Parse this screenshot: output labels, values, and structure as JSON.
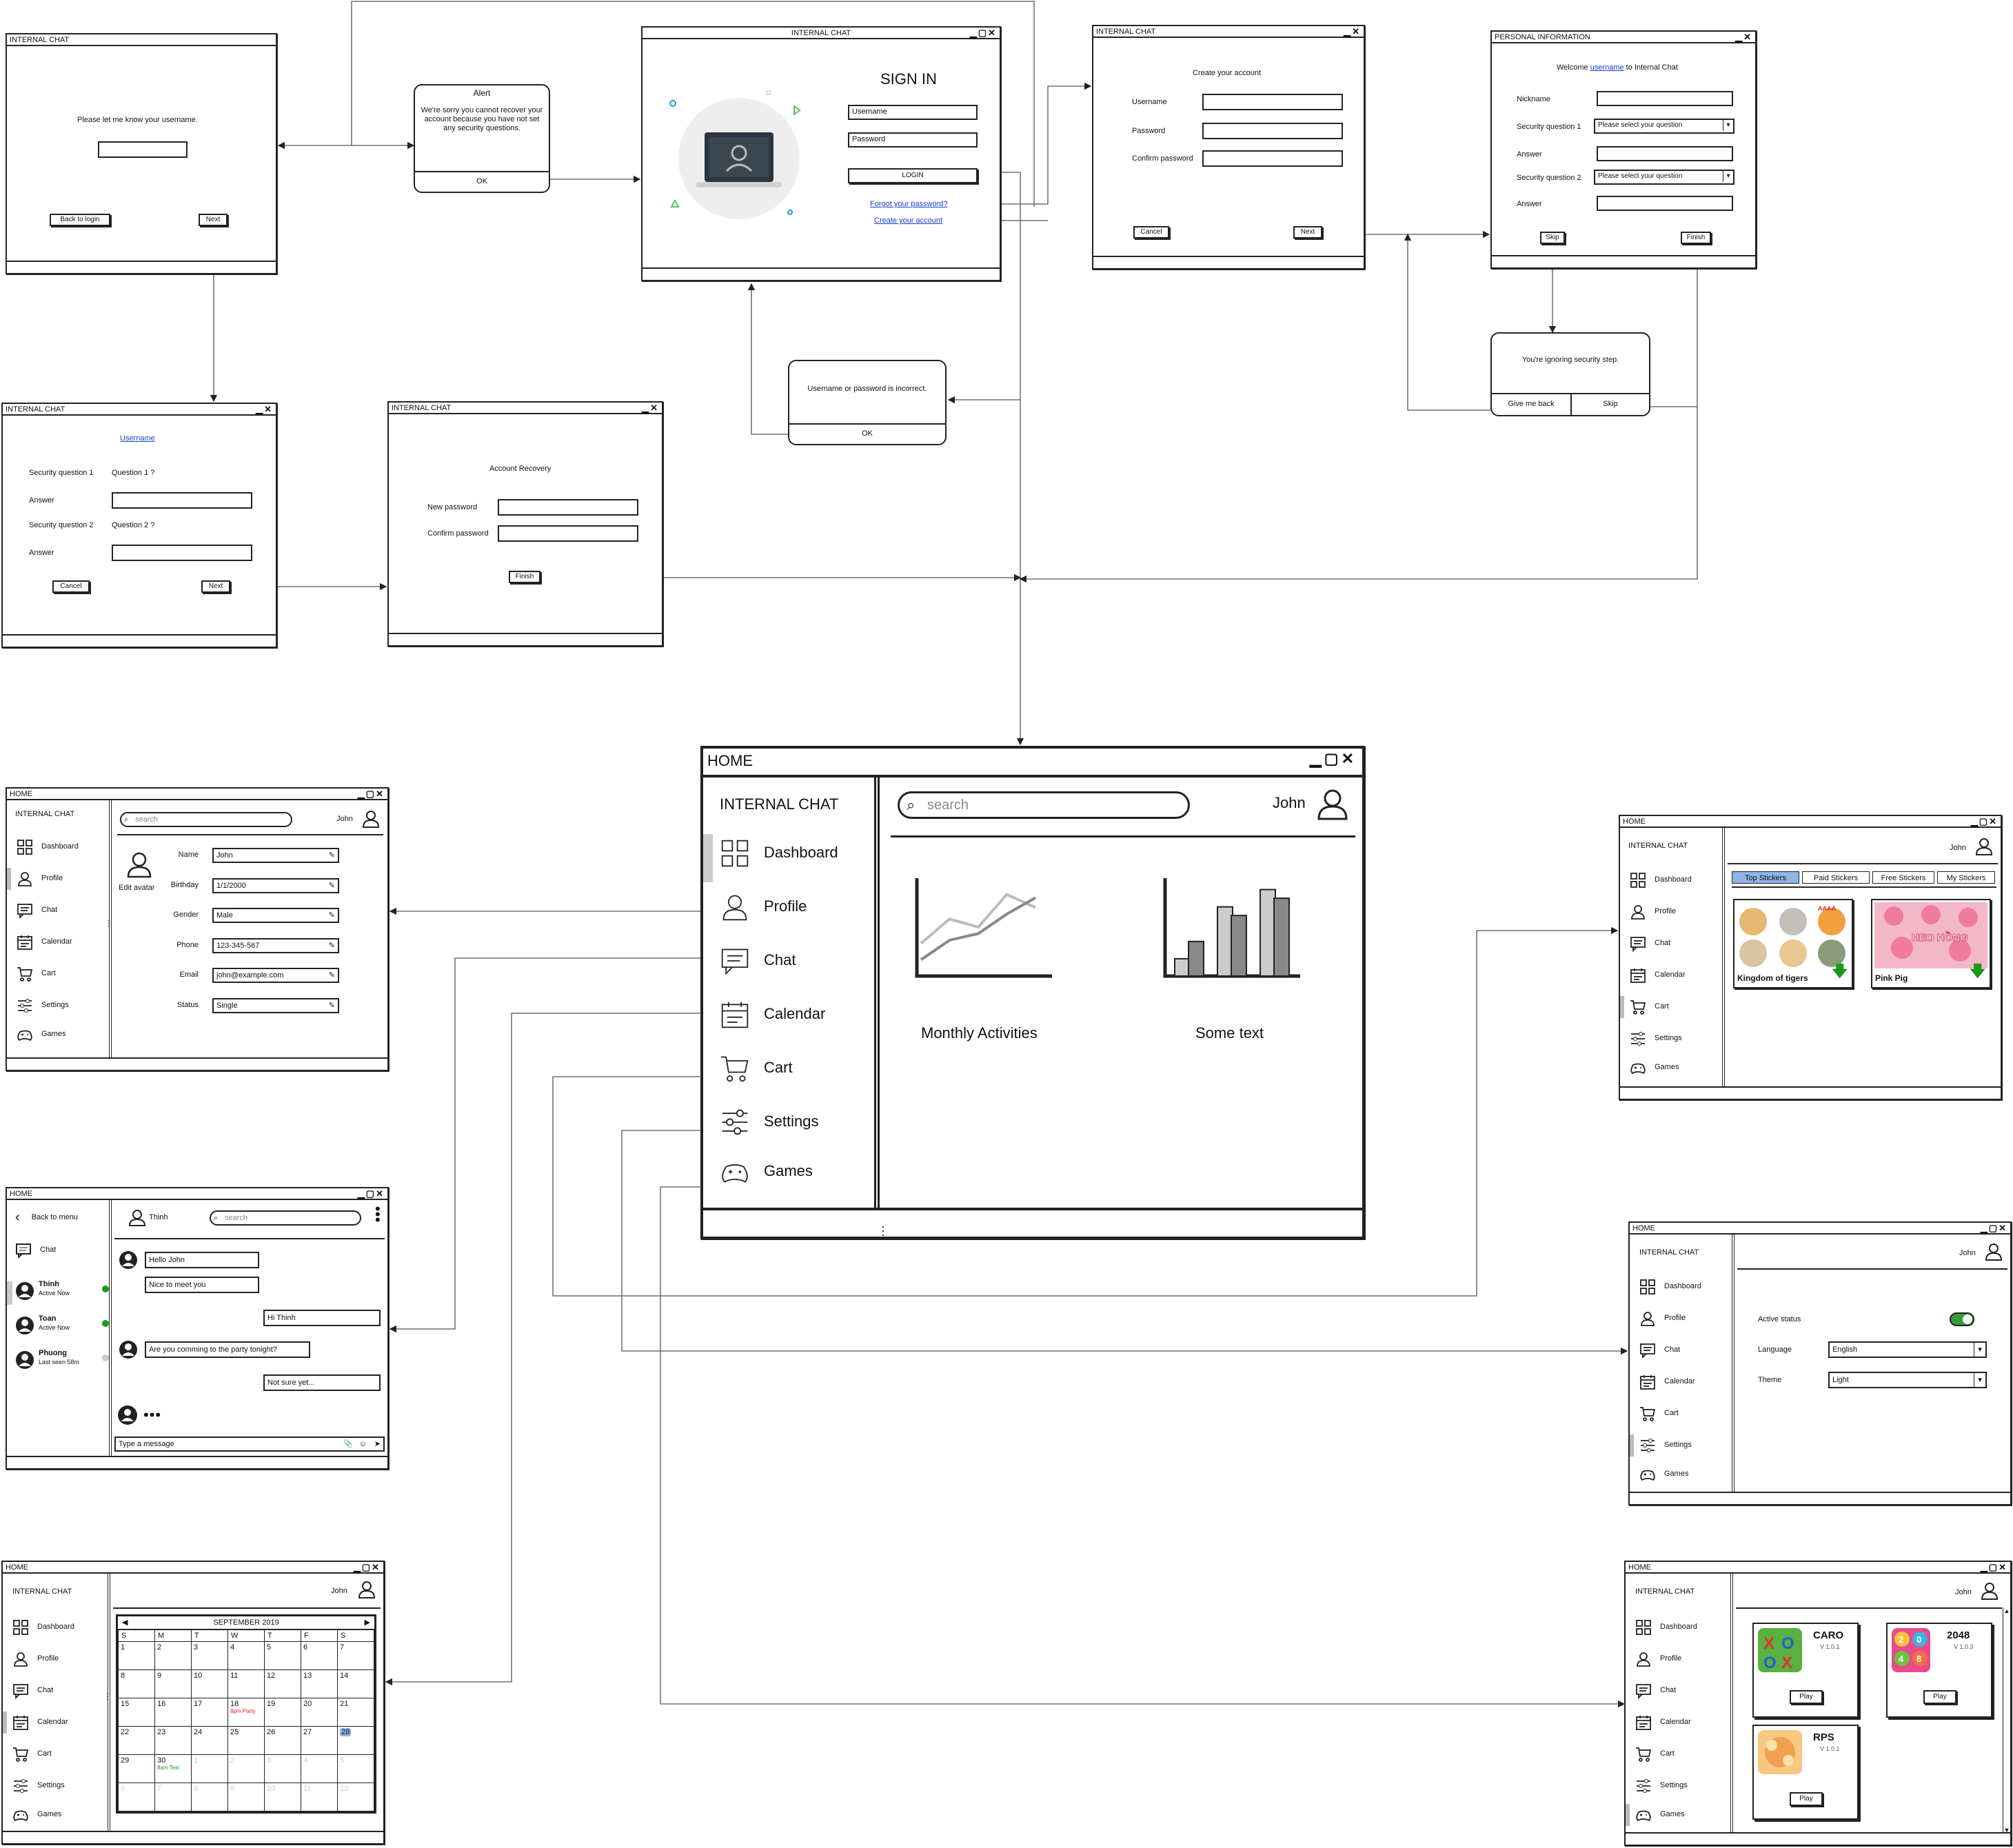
{
  "app_title": "INTERNAL CHAT",
  "forgot_user": {
    "title": "INTERNAL CHAT",
    "prompt": "Please let me know your username.",
    "back_btn": "Back to login",
    "next_btn": "Next"
  },
  "alert": {
    "title": "Alert",
    "message": "We're sorry you cannot recover your account because you have not set any security questions.",
    "ok": "OK"
  },
  "signin": {
    "title": "INTERNAL CHAT",
    "heading": "SIGN IN",
    "username_ph": "Username",
    "password_ph": "Password",
    "login_btn": "LOGIN",
    "forgot_link": "Forgot your password?",
    "create_link": "Create your account"
  },
  "create": {
    "title": "INTERNAL CHAT",
    "heading": "Create your account",
    "username": "Username",
    "password": "Password",
    "confirm": "Confirm password",
    "cancel": "Cancel",
    "next": "Next"
  },
  "personal": {
    "title": "PERSONAL INFORMATION",
    "welcome_pre": "Welcome ",
    "welcome_user": "username",
    "welcome_post": " to Internal Chat",
    "nickname": "Nickname",
    "sq1": "Security question 1",
    "sq2": "Security question 2",
    "answer": "Answer",
    "select_ph": "Please select your question",
    "skip": "Skip",
    "finish": "Finish"
  },
  "ignore_dialog": {
    "message": "You're ignoring security step.",
    "back": "Give me back",
    "skip": "Skip"
  },
  "security": {
    "title": "INTERNAL CHAT",
    "username_link": "Username",
    "sq1": "Security question 1",
    "q1": "Question 1 ?",
    "sq2": "Security question 2",
    "q2": "Question 2 ?",
    "answer": "Answer",
    "cancel": "Cancel",
    "next": "Next"
  },
  "recovery": {
    "title": "INTERNAL CHAT",
    "heading": "Account Recovery",
    "new_pw": "New password",
    "confirm_pw": "Confirm password",
    "finish": "Finish"
  },
  "incorrect_dialog": {
    "message": "Username or password is incorrect.",
    "ok": "OK"
  },
  "nav": {
    "brand": "INTERNAL CHAT",
    "dashboard": "Dashboard",
    "profile": "Profile",
    "chat": "Chat",
    "calendar": "Calendar",
    "cart": "Cart",
    "settings": "Settings",
    "games": "Games"
  },
  "home": {
    "title": "HOME",
    "search_ph": "search",
    "user": "John",
    "chart1_label": "Monthly Activities",
    "chart2_label": "Some text"
  },
  "chart_data": [
    {
      "type": "line",
      "title": "Monthly Activities",
      "series": [
        {
          "values": [
            2,
            3.5,
            3,
            5,
            4.2
          ]
        },
        {
          "values": [
            1,
            2.2,
            2.6,
            3.8,
            4.8
          ]
        }
      ],
      "ylim": [
        0,
        6
      ]
    },
    {
      "type": "bar",
      "title": "Some text",
      "values": [
        1,
        2,
        4,
        3.5,
        5,
        4.5
      ],
      "ylim": [
        0,
        5.5
      ]
    }
  ],
  "profile": {
    "title": "HOME",
    "user": "John",
    "search_ph": "search",
    "edit_avatar": "Edit avatar",
    "fields": [
      {
        "label": "Name",
        "value": "John"
      },
      {
        "label": "Birthday",
        "value": "1/1/2000"
      },
      {
        "label": "Gender",
        "value": "Male"
      },
      {
        "label": "Phone",
        "value": "123-345-567"
      },
      {
        "label": "Email",
        "value": "john@example.com"
      },
      {
        "label": "Status",
        "value": "Single"
      }
    ]
  },
  "chat": {
    "title": "HOME",
    "back": "Back to menu",
    "chat_label": "Chat",
    "peer": "Thinh",
    "search_ph": "search",
    "input_ph": "Type a message",
    "contacts": [
      {
        "name": "Thinh",
        "status": "Active Now",
        "color": "#1a9a1a"
      },
      {
        "name": "Toan",
        "status": "Active Now",
        "color": "#1a9a1a"
      },
      {
        "name": "Phuong",
        "status": "Last seen 58m",
        "color": "#cccccc"
      }
    ],
    "messages": [
      {
        "side": "in",
        "text": "Hello John"
      },
      {
        "side": "in",
        "text": "Nice to meet you"
      },
      {
        "side": "out",
        "text": "Hi Thinh"
      },
      {
        "side": "in",
        "text": "Are you comming to the party tonight?"
      },
      {
        "side": "out",
        "text": "Not sure yet..."
      }
    ]
  },
  "calendar": {
    "title": "HOME",
    "user": "John",
    "month": "SEPTEMBER 2019",
    "days": [
      "S",
      "M",
      "T",
      "W",
      "T",
      "F",
      "S"
    ],
    "weeks": [
      [
        "1",
        "2",
        "3",
        "4",
        "5",
        "6",
        "7"
      ],
      [
        "8",
        "9",
        "10",
        "11",
        "12",
        "13",
        "14"
      ],
      [
        "15",
        "16",
        "17",
        "18",
        "19",
        "20",
        "21"
      ],
      [
        "22",
        "23",
        "24",
        "25",
        "26",
        "27",
        "28"
      ],
      [
        "29",
        "30",
        "1",
        "2",
        "3",
        "4",
        "5"
      ],
      [
        "6",
        "7",
        "8",
        "9",
        "10",
        "11",
        "12"
      ]
    ],
    "event1": "8pm Party",
    "event2": "8am Test"
  },
  "stickers": {
    "title": "HOME",
    "user": "John",
    "tabs": [
      "Top Stickers",
      "Paid Stickers",
      "Free Stickers",
      "My Stickers"
    ],
    "packs": [
      {
        "name": "Kingdom of tigers"
      },
      {
        "name": "Pink Pig",
        "art_text": "HEO HỒNG"
      }
    ],
    "art_text_1": "AAAA"
  },
  "settings": {
    "title": "HOME",
    "user": "John",
    "active": "Active status",
    "language": "Language",
    "language_val": "English",
    "theme": "Theme",
    "theme_val": "Light"
  },
  "games": {
    "title": "HOME",
    "user": "John",
    "play": "Play",
    "list": [
      {
        "name": "CARO",
        "ver": "V 1.0.1"
      },
      {
        "name": "2048",
        "ver": "V 1.0.3"
      },
      {
        "name": "RPS",
        "ver": "V 1.0.1"
      }
    ]
  },
  "colors": {
    "link": "#1a3ccc",
    "tab_active": "#8fb4e8",
    "online": "#1a9a1a",
    "toggle": "#3a9a3a"
  }
}
